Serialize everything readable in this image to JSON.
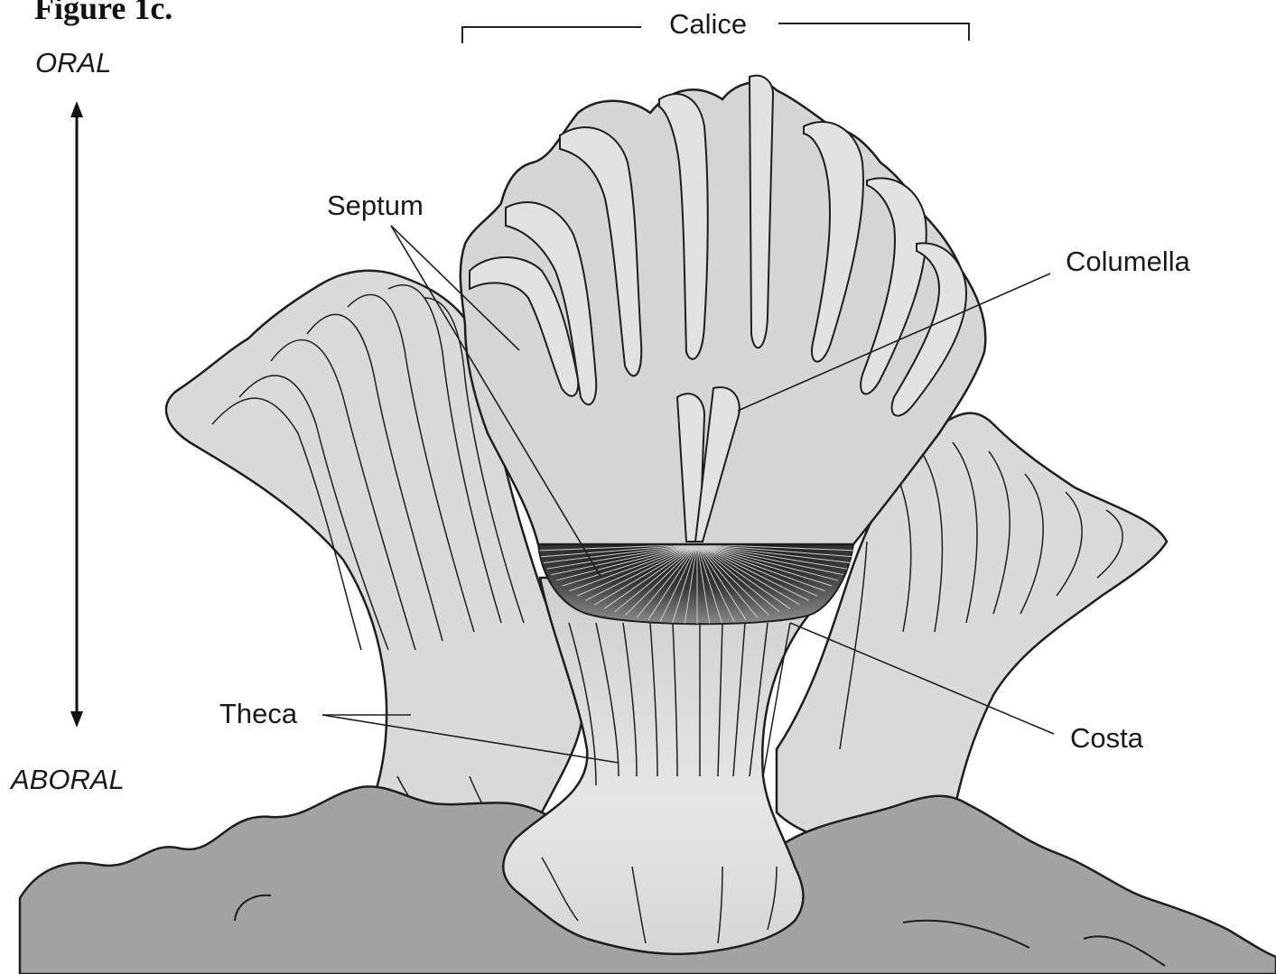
{
  "figure": {
    "title": "Figure 1c."
  },
  "axis": {
    "oral": "ORAL",
    "aboral": "ABORAL"
  },
  "labels": {
    "calice": "Calice",
    "septum": "Septum",
    "columella": "Columella",
    "theca": "Theca",
    "costa": "Costa"
  },
  "colors": {
    "substrate": "#a3a3a3",
    "coral_fill": "#dcdcdc",
    "calice_fill": "#d6d6d6",
    "outline": "#1e1e1e",
    "septa_band": "#2a2a2a"
  }
}
